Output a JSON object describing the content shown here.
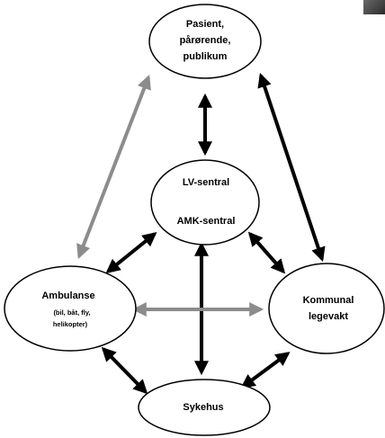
{
  "nodes": {
    "patient": {
      "lines": [
        "Pasient,",
        "pårørende,",
        "publikum"
      ]
    },
    "central": {
      "line_top": "LV-sentral",
      "line_bottom": "AMK-sentral"
    },
    "ambulance": {
      "title": "Ambulanse",
      "sub_lines": [
        "(bil, båt, fly,",
        "helikopter)"
      ]
    },
    "legevakt": {
      "lines": [
        "Kommunal",
        "legevakt"
      ]
    },
    "sykehus": {
      "label": "Sykehus"
    }
  },
  "colors": {
    "black_arrow": "#000000",
    "gray_arrow": "#8c8c8c",
    "node_stroke": "#000000",
    "node_fill": "#ffffff"
  }
}
